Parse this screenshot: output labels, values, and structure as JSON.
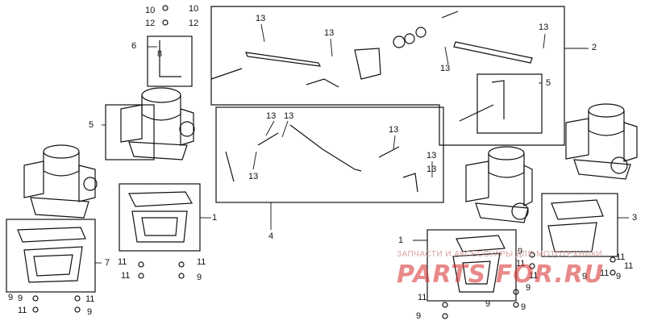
{
  "callouts": [
    "10",
    "10",
    "12",
    "12",
    "13",
    "13",
    "13",
    "13",
    "13",
    "13",
    "13",
    "13",
    "13",
    "13",
    "6",
    "8",
    "5",
    "5",
    "2",
    "1",
    "1",
    "4",
    "3",
    "7",
    "11",
    "11",
    "11",
    "9",
    "9",
    "9",
    "11",
    "11",
    "9",
    "9",
    "11",
    "11",
    "9",
    "9",
    "11",
    "9",
    "9",
    "11",
    "11",
    "9",
    "11",
    "9"
  ],
  "watermark": {
    "caption": "ЗАПЧАСТИ И АКСЕССУАРЫ ДЛЯ МОТОТЕХНИКИ",
    "brand": "PARTS FOR.RU"
  },
  "colors": {
    "line": "#111111",
    "watermark": "#d62828",
    "background": "#ffffff"
  }
}
